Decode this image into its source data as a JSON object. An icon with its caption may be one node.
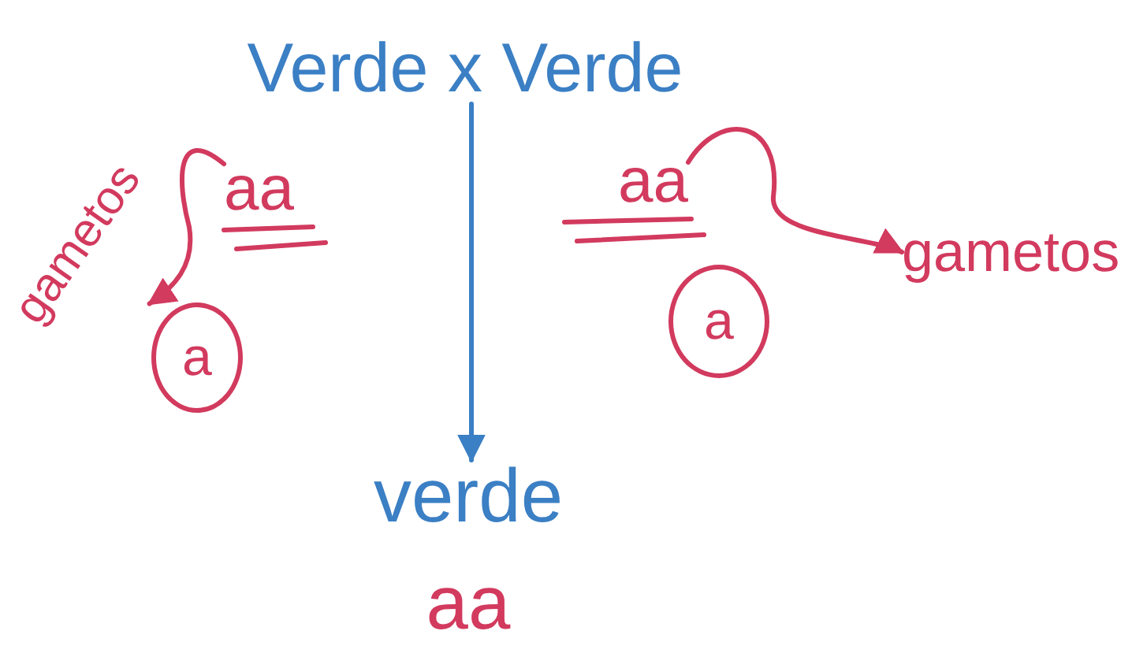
{
  "diagram": {
    "nodes": [
      {
        "text": [
          "Verde x Verde"
        ]
      },
      {
        "text": [
          "aa"
        ]
      },
      {
        "text": [
          "aa"
        ]
      },
      {
        "text": [
          "a"
        ]
      },
      {
        "text": [
          "a"
        ]
      },
      {
        "text": [
          "gametos"
        ]
      },
      {
        "text": [
          "gametos"
        ]
      },
      {
        "text": [
          "verde"
        ]
      },
      {
        "text": [
          "aa"
        ]
      }
    ],
    "edges": [
      {
        "from": 0,
        "to": 7,
        "arrow": "to",
        "color": "#3b7fc4"
      },
      {
        "from": 1,
        "to": 5,
        "arrow": "to"
      },
      {
        "from": 2,
        "to": 6,
        "arrow": "to"
      }
    ]
  }
}
